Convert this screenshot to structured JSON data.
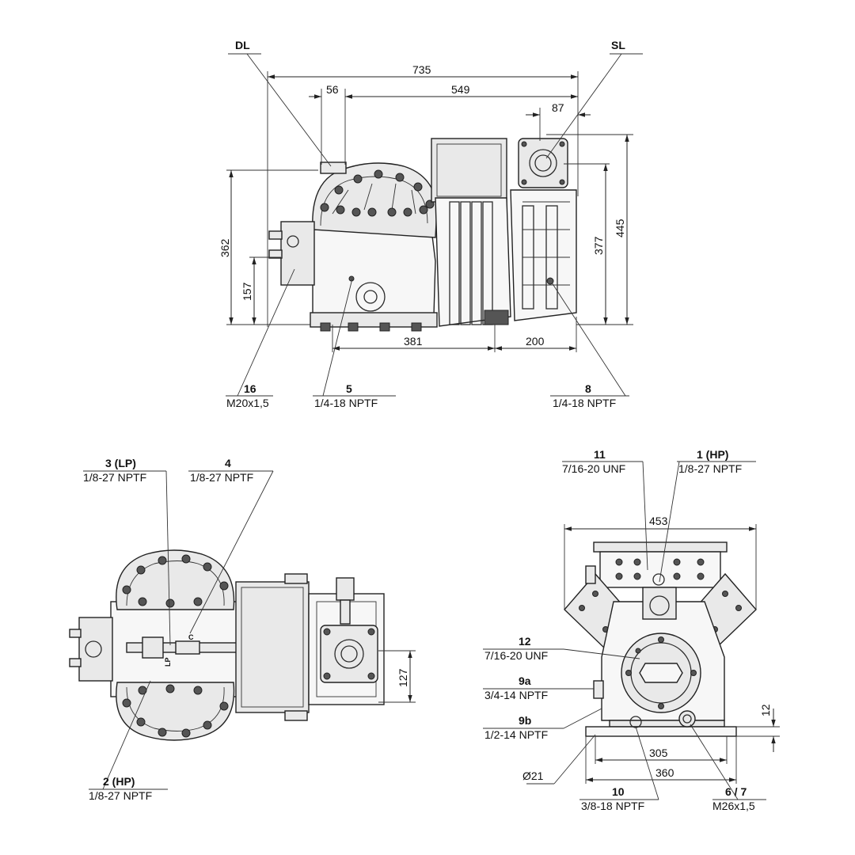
{
  "side_view": {
    "callouts": {
      "dl": "DL",
      "sl": "SL",
      "c16": {
        "num": "16",
        "spec": "M20x1,5"
      },
      "c5": {
        "num": "5",
        "spec": "1/4-18 NPTF"
      },
      "c8": {
        "num": "8",
        "spec": "1/4-18 NPTF"
      }
    },
    "dims": {
      "d735": "735",
      "d56": "56",
      "d549": "549",
      "d87": "87",
      "d362": "362",
      "d157": "157",
      "d377": "377",
      "d445": "445",
      "d381": "381",
      "d200": "200"
    }
  },
  "top_view": {
    "callouts": {
      "c3": {
        "num": "3 (LP)",
        "spec": "1/8-27 NPTF"
      },
      "c4": {
        "num": "4",
        "spec": "1/8-27 NPTF"
      },
      "c2": {
        "num": "2 (HP)",
        "spec": "1/8-27 NPTF"
      }
    },
    "marks": {
      "lp": "LP",
      "c": "C"
    },
    "dims": {
      "d127": "127"
    }
  },
  "end_view": {
    "callouts": {
      "c11": {
        "num": "11",
        "spec": "7/16-20 UNF"
      },
      "c1": {
        "num": "1 (HP)",
        "spec": "1/8-27 NPTF"
      },
      "c12": {
        "num": "12",
        "spec": "7/16-20 UNF"
      },
      "c9a": {
        "num": "9a",
        "spec": "3/4-14 NPTF"
      },
      "c9b": {
        "num": "9b",
        "spec": "1/2-14 NPTF"
      },
      "c21": {
        "spec": "Ø21"
      },
      "c10": {
        "num": "10",
        "spec": "3/8-18 NPTF"
      },
      "c67": {
        "num": "6 / 7",
        "spec": "M26x1,5"
      }
    },
    "dims": {
      "d453": "453",
      "d305": "305",
      "d360": "360",
      "d12": "12"
    }
  }
}
